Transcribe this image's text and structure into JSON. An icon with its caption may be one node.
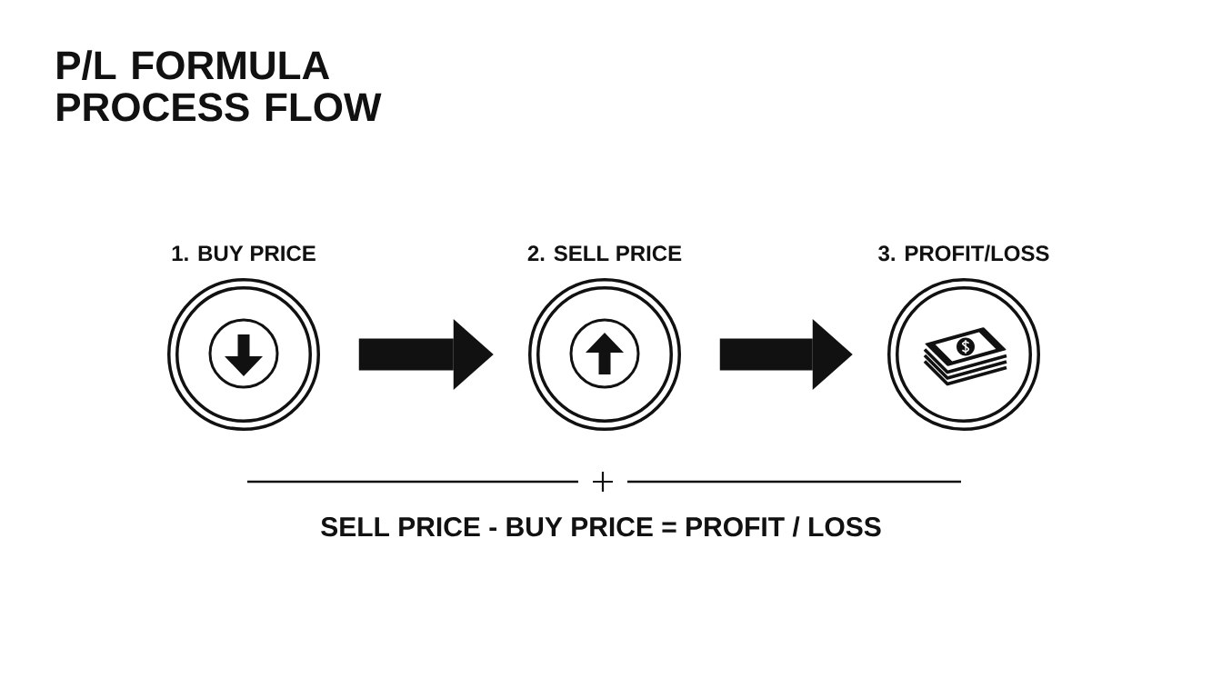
{
  "diagram": {
    "title": "P/L FORMULA PROCESS FLOW",
    "nodes": [
      {
        "text": [
          "1. BUY PRICE"
        ]
      },
      {
        "text": [
          "2. SELL PRICE"
        ]
      },
      {
        "text": [
          "3. PROFIT/LOSS"
        ]
      }
    ],
    "edges": [
      {
        "from": 0,
        "to": 1,
        "arrow": "to"
      },
      {
        "from": 1,
        "to": 2,
        "arrow": "to"
      }
    ],
    "labels": [
      "SELL PRICE - BUY PRICE = PROFIT / LOSS"
    ]
  }
}
